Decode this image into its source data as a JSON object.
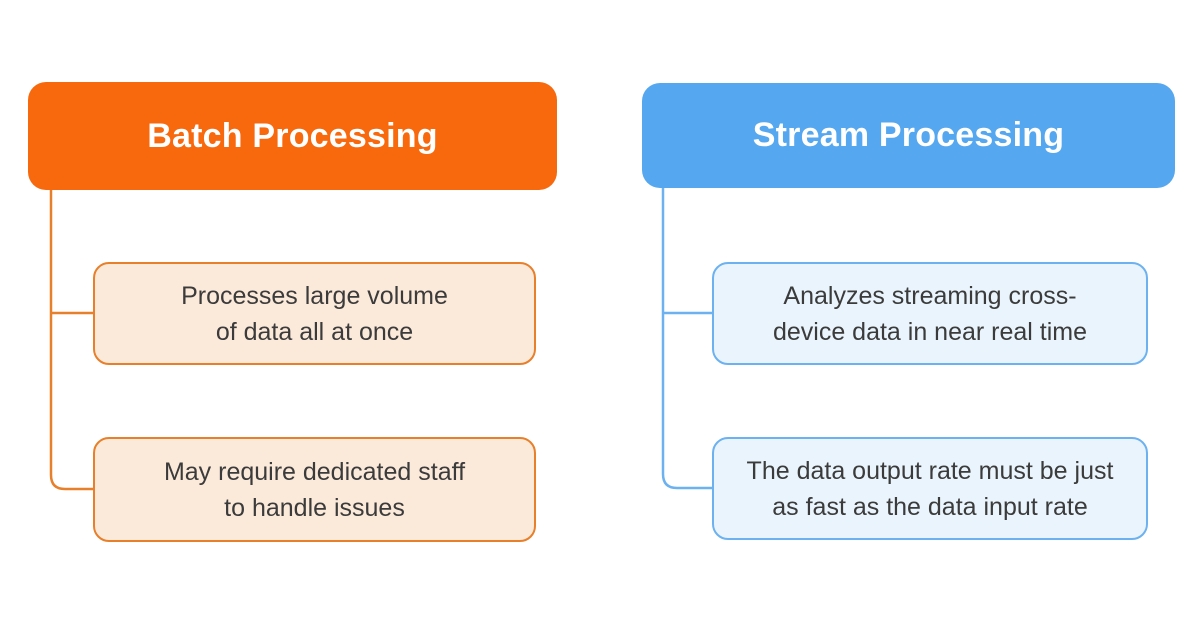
{
  "colors": {
    "background": "#ffffff",
    "header_text": "#ffffff",
    "body_text": "#3b3b3b",
    "batch_primary": "#f8690e",
    "batch_border": "#e87f2a",
    "batch_fill": "#fbe9da",
    "stream_primary": "#55a7ef",
    "stream_border": "#6cb1f0",
    "stream_fill": "#eaf4fc"
  },
  "diagram": {
    "batch": {
      "title": "Batch Processing",
      "items": [
        {
          "line1": "Processes large volume",
          "line2": "of data all at once"
        },
        {
          "line1": "May require dedicated staff",
          "line2": "to handle issues"
        }
      ]
    },
    "stream": {
      "title": "Stream Processing",
      "items": [
        {
          "line1": "Analyzes streaming cross-",
          "line2": "device data in near real time"
        },
        {
          "line1": "The data output rate must be just",
          "line2": "as fast as the data input rate"
        }
      ]
    }
  }
}
